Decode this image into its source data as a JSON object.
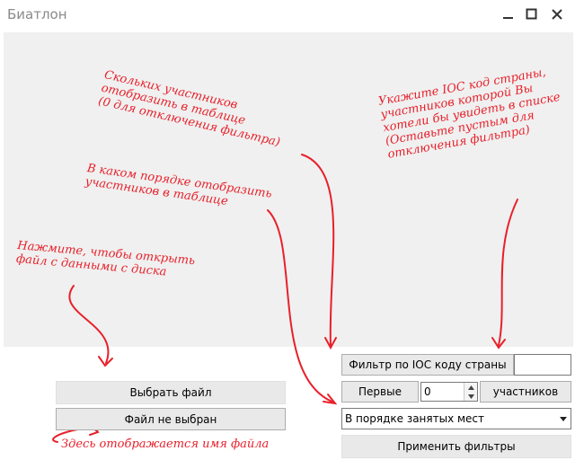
{
  "window": {
    "title": "Биатлон"
  },
  "annotations": {
    "count": "Скольких участников\nотобразить в таблице\n(0 для отключения фильтра)",
    "ioc": "Укажите IOC код страны,\nучастников которой Вы\nхотели бы увидеть в списке\n(Оставьте пустым для\nотключения фильтра)",
    "order": "В каком порядке отобразить\nучастников в таблице",
    "open": "Нажмите, чтобы открыть\nфайл с данными с диска",
    "filename": "Здесь отображается имя файла"
  },
  "buttons": {
    "choose_file": "Выбрать файл",
    "file_status": "Файл не выбран",
    "ioc_filter": "Фильтр по IOC коду страны",
    "apply": "Применить фильтры"
  },
  "first_row": {
    "prefix": "Первые",
    "value": "0",
    "suffix": "участников"
  },
  "sort_select": {
    "selected": "В порядке занятых мест"
  },
  "ioc_input": {
    "value": ""
  },
  "colors": {
    "annotation": "#e8202a",
    "panel": "#f0f0f0"
  }
}
